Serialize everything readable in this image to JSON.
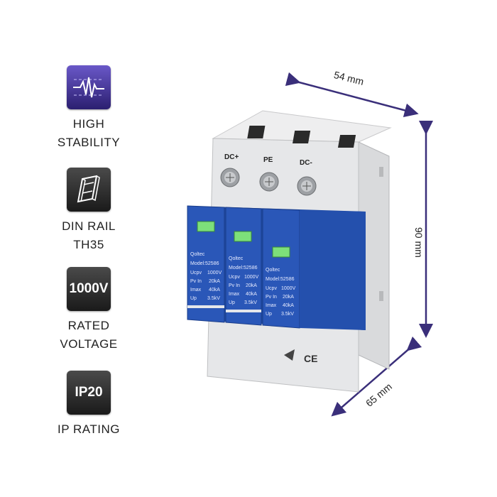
{
  "features": [
    {
      "icon": "heartbeat-stability-icon",
      "badge": "",
      "line1": "HIGH",
      "line2": "STABILITY"
    },
    {
      "icon": "din-rail-icon",
      "badge": "",
      "line1": "DIN RAIL",
      "line2": "TH35"
    },
    {
      "icon": "",
      "badge": "1000V",
      "line1": "RATED",
      "line2": "VOLTAGE"
    },
    {
      "icon": "",
      "badge": "IP20",
      "line1": "IP RATING",
      "line2": ""
    }
  ],
  "dimensions": {
    "width": "54 mm",
    "height": "90 mm",
    "depth": "65 mm"
  },
  "device": {
    "terminals": [
      "DC+",
      "PE",
      "DC-"
    ],
    "brand": "Qoltec",
    "model": "Model:52586",
    "specs": [
      {
        "k": "Ucpv",
        "v": "1000V"
      },
      {
        "k": "Pv In",
        "v": "20kA"
      },
      {
        "k": "Imax",
        "v": "40kA"
      },
      {
        "k": "Up",
        "v": "3.5kV"
      }
    ],
    "ce_mark": "CE"
  },
  "colors": {
    "arrow": "#3a2f7a",
    "module_blue": "#2a57b8",
    "indicator_green": "#7de07a"
  }
}
